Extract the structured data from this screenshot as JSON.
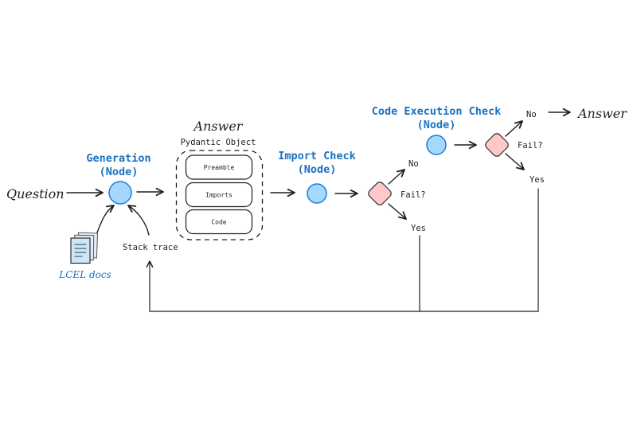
{
  "colors": {
    "ink": "#1e1e1e",
    "blue": "#1971c2",
    "circle-fill": "#a5d8ff",
    "circle-stroke": "#1c7ed6",
    "diamond-fill": "#ffc9c9",
    "diamond-stroke": "#433f40",
    "doc-fill": "#cde7f9",
    "doc-back-fill": "#e4edf5",
    "bg": "#ffffff"
  },
  "icons": {
    "documents": "stacked-pages-icon"
  },
  "labels": {
    "question": "Question",
    "generation": {
      "title": "Generation",
      "node": "(Node)"
    },
    "lcel_docs": "LCEL docs",
    "stack_trace": "Stack trace",
    "answer_object": {
      "title": "Answer",
      "type": "Pydantic Object",
      "fields": [
        "Preamble",
        "Imports",
        "Code"
      ]
    },
    "import_check": {
      "title": "Import Check",
      "node": "(Node)"
    },
    "import_fail": {
      "question": "Fail?",
      "no": "No",
      "yes": "Yes"
    },
    "code_execution_check": {
      "title": "Code Execution Check",
      "node": "(Node)"
    },
    "execution_fail": {
      "question": "Fail?",
      "no": "No",
      "yes": "Yes"
    },
    "final_answer": "Answer"
  }
}
